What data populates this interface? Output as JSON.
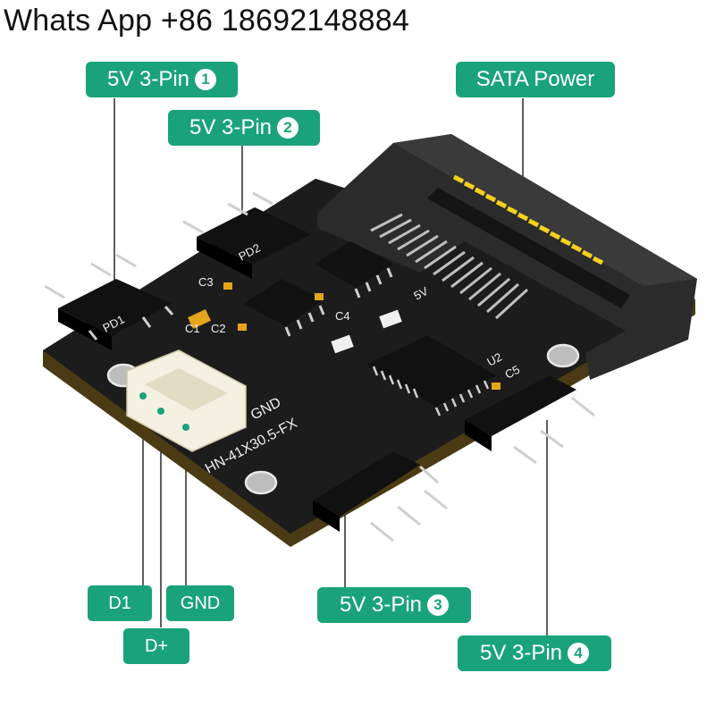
{
  "header": {
    "contact": "Whats App +86 18692148884"
  },
  "callouts": {
    "pin1": {
      "label": "5V 3-Pin",
      "num": "1"
    },
    "pin2": {
      "label": "5V 3-Pin",
      "num": "2"
    },
    "pin3": {
      "label": "5V 3-Pin",
      "num": "3"
    },
    "pin4": {
      "label": "5V 3-Pin",
      "num": "4"
    },
    "sata": {
      "label": "SATA Power"
    },
    "d1": {
      "label": "D1"
    },
    "dplus": {
      "label": "D+"
    },
    "gnd": {
      "label": "GND"
    }
  },
  "board": {
    "model": "HN-41X30.5-FX",
    "silk_gnd": "GND",
    "silk_5v": "5V",
    "pd1": "PD1",
    "pd2": "PD2",
    "c1": "C1",
    "c2": "C2",
    "c3": "C3",
    "c4": "C4",
    "c5": "C5",
    "u2": "U2"
  },
  "colors": {
    "accent": "#1aa37a",
    "pcb": "#1c1c1c",
    "sata_pins": "#f2d21b"
  }
}
